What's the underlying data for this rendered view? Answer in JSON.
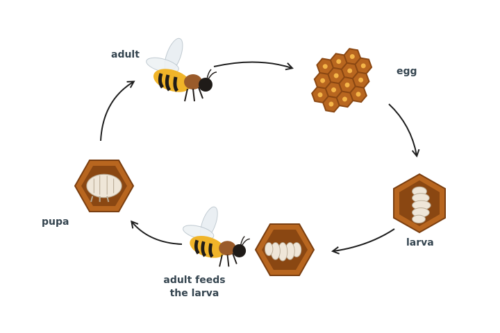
{
  "labels": {
    "adult": "adult",
    "egg": "egg",
    "larva": "larva",
    "adult_feeds_line1": "adult feeds",
    "adult_feeds_line2": "the larva",
    "pupa": "pupa"
  },
  "colors": {
    "label": "#34444f",
    "comb": "#b8661f",
    "comb_dark": "#8a4712",
    "egg": "#f4b548",
    "larva": "#efe6d8",
    "arrow": "#1e1e1e",
    "bee_yellow": "#f0b429",
    "bee_black": "#1f1b18"
  }
}
